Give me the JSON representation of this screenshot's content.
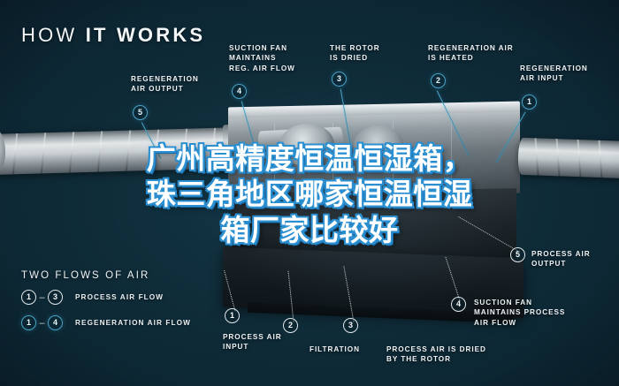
{
  "headline": {
    "light": "HOW ",
    "bold": "IT WORKS",
    "full": "HOW IT WORKS"
  },
  "colors": {
    "background": "#0e2b37",
    "accent_blue": "#49a3c6",
    "label_white": "#eef3f5",
    "overlay_text": "#ffffff",
    "overlay_outline": "#2b8fd0"
  },
  "top_callouts": [
    {
      "number": "5",
      "label": "REGENERATION\nAIR OUTPUT",
      "marker": "blue"
    },
    {
      "number": "4",
      "label": "SUCTION FAN\nMAINTAINS\nREG. AIR FLOW",
      "marker": "blue"
    },
    {
      "number": "3",
      "label": "THE ROTOR\nIS DRIED",
      "marker": "blue"
    },
    {
      "number": "2",
      "label": "REGENERATION AIR\nIS HEATED",
      "marker": "blue"
    },
    {
      "number": "1",
      "label": "REGENERATION\nAIR INPUT",
      "marker": "blue"
    }
  ],
  "bottom_callouts": [
    {
      "number": "1",
      "label": "PROCESS AIR\nINPUT",
      "marker": "white"
    },
    {
      "number": "2",
      "label": "FILTRATION",
      "marker": "white"
    },
    {
      "number": "3",
      "label": "PROCESS AIR IS DRIED\nBY THE ROTOR",
      "marker": "white"
    },
    {
      "number": "4",
      "label": "SUCTION FAN\nMAINTAINS PROCESS\nAIR FLOW",
      "marker": "white"
    },
    {
      "number": "5",
      "label": "PROCESS AIR\nOUTPUT",
      "marker": "white"
    }
  ],
  "legend": {
    "title": "TWO FLOWS OF AIR",
    "rows": [
      {
        "from": "1",
        "dash": "–",
        "to": "3",
        "label": "PROCESS AIR FLOW",
        "marker": "white"
      },
      {
        "from": "1",
        "dash": "–",
        "to": "4",
        "label": "REGENERATION AIR FLOW",
        "marker": "blue"
      }
    ]
  },
  "overlay": {
    "line1": "广州高精度恒温恒湿箱，",
    "line2": "珠三角地区哪家恒温恒湿",
    "line3": "箱厂家比较好"
  }
}
